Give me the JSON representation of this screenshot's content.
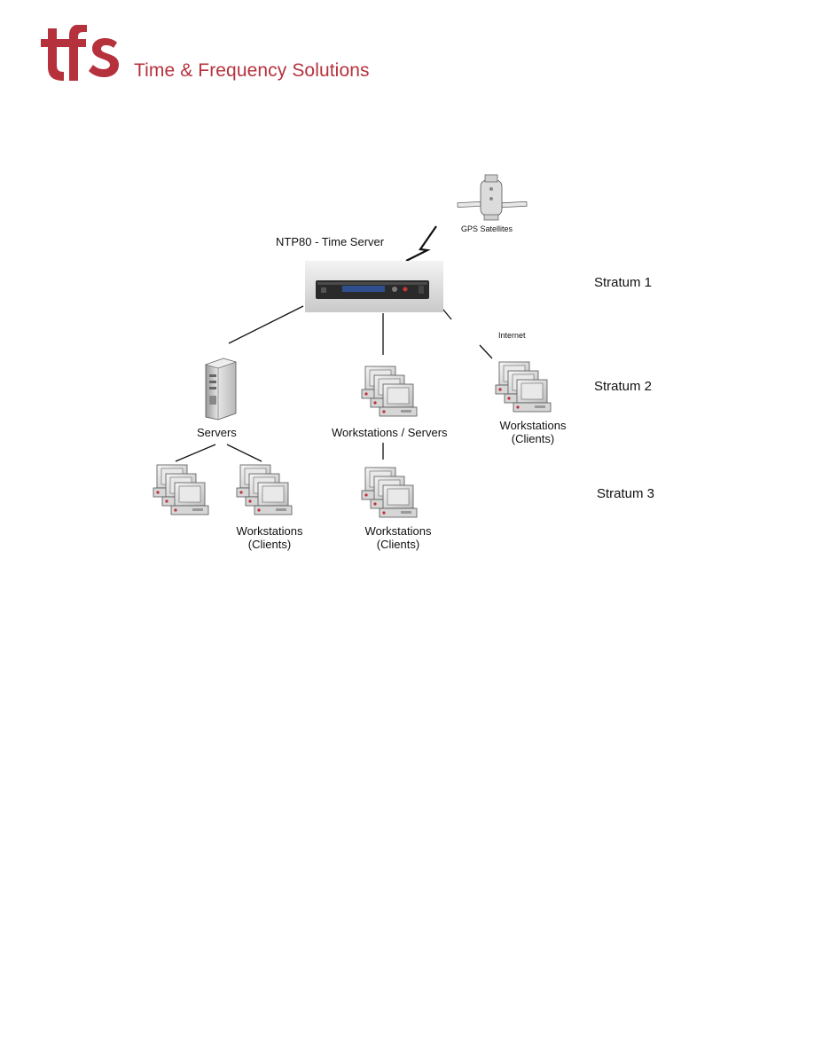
{
  "brand": {
    "logo_text": "tfs",
    "company_name": "Time & Frequency Solutions",
    "color": "#b5323d"
  },
  "diagram": {
    "gps_label": "GPS Satellites",
    "time_server_label": "NTP80 - Time Server",
    "internet_label": "Internet",
    "servers_label": "Servers",
    "ws_servers_label": "Workstations / Servers",
    "ws_clients_label_line1": "Workstations",
    "ws_clients_label_line2": "(Clients)",
    "strata": [
      "Stratum 1",
      "Stratum 2",
      "Stratum 3"
    ]
  },
  "icons": {
    "satellite": "satellite-icon",
    "time_server": "rack-time-server-icon",
    "server_tower": "server-tower-icon",
    "workstations": "workstation-group-icon",
    "signal": "lightning-signal-icon"
  }
}
